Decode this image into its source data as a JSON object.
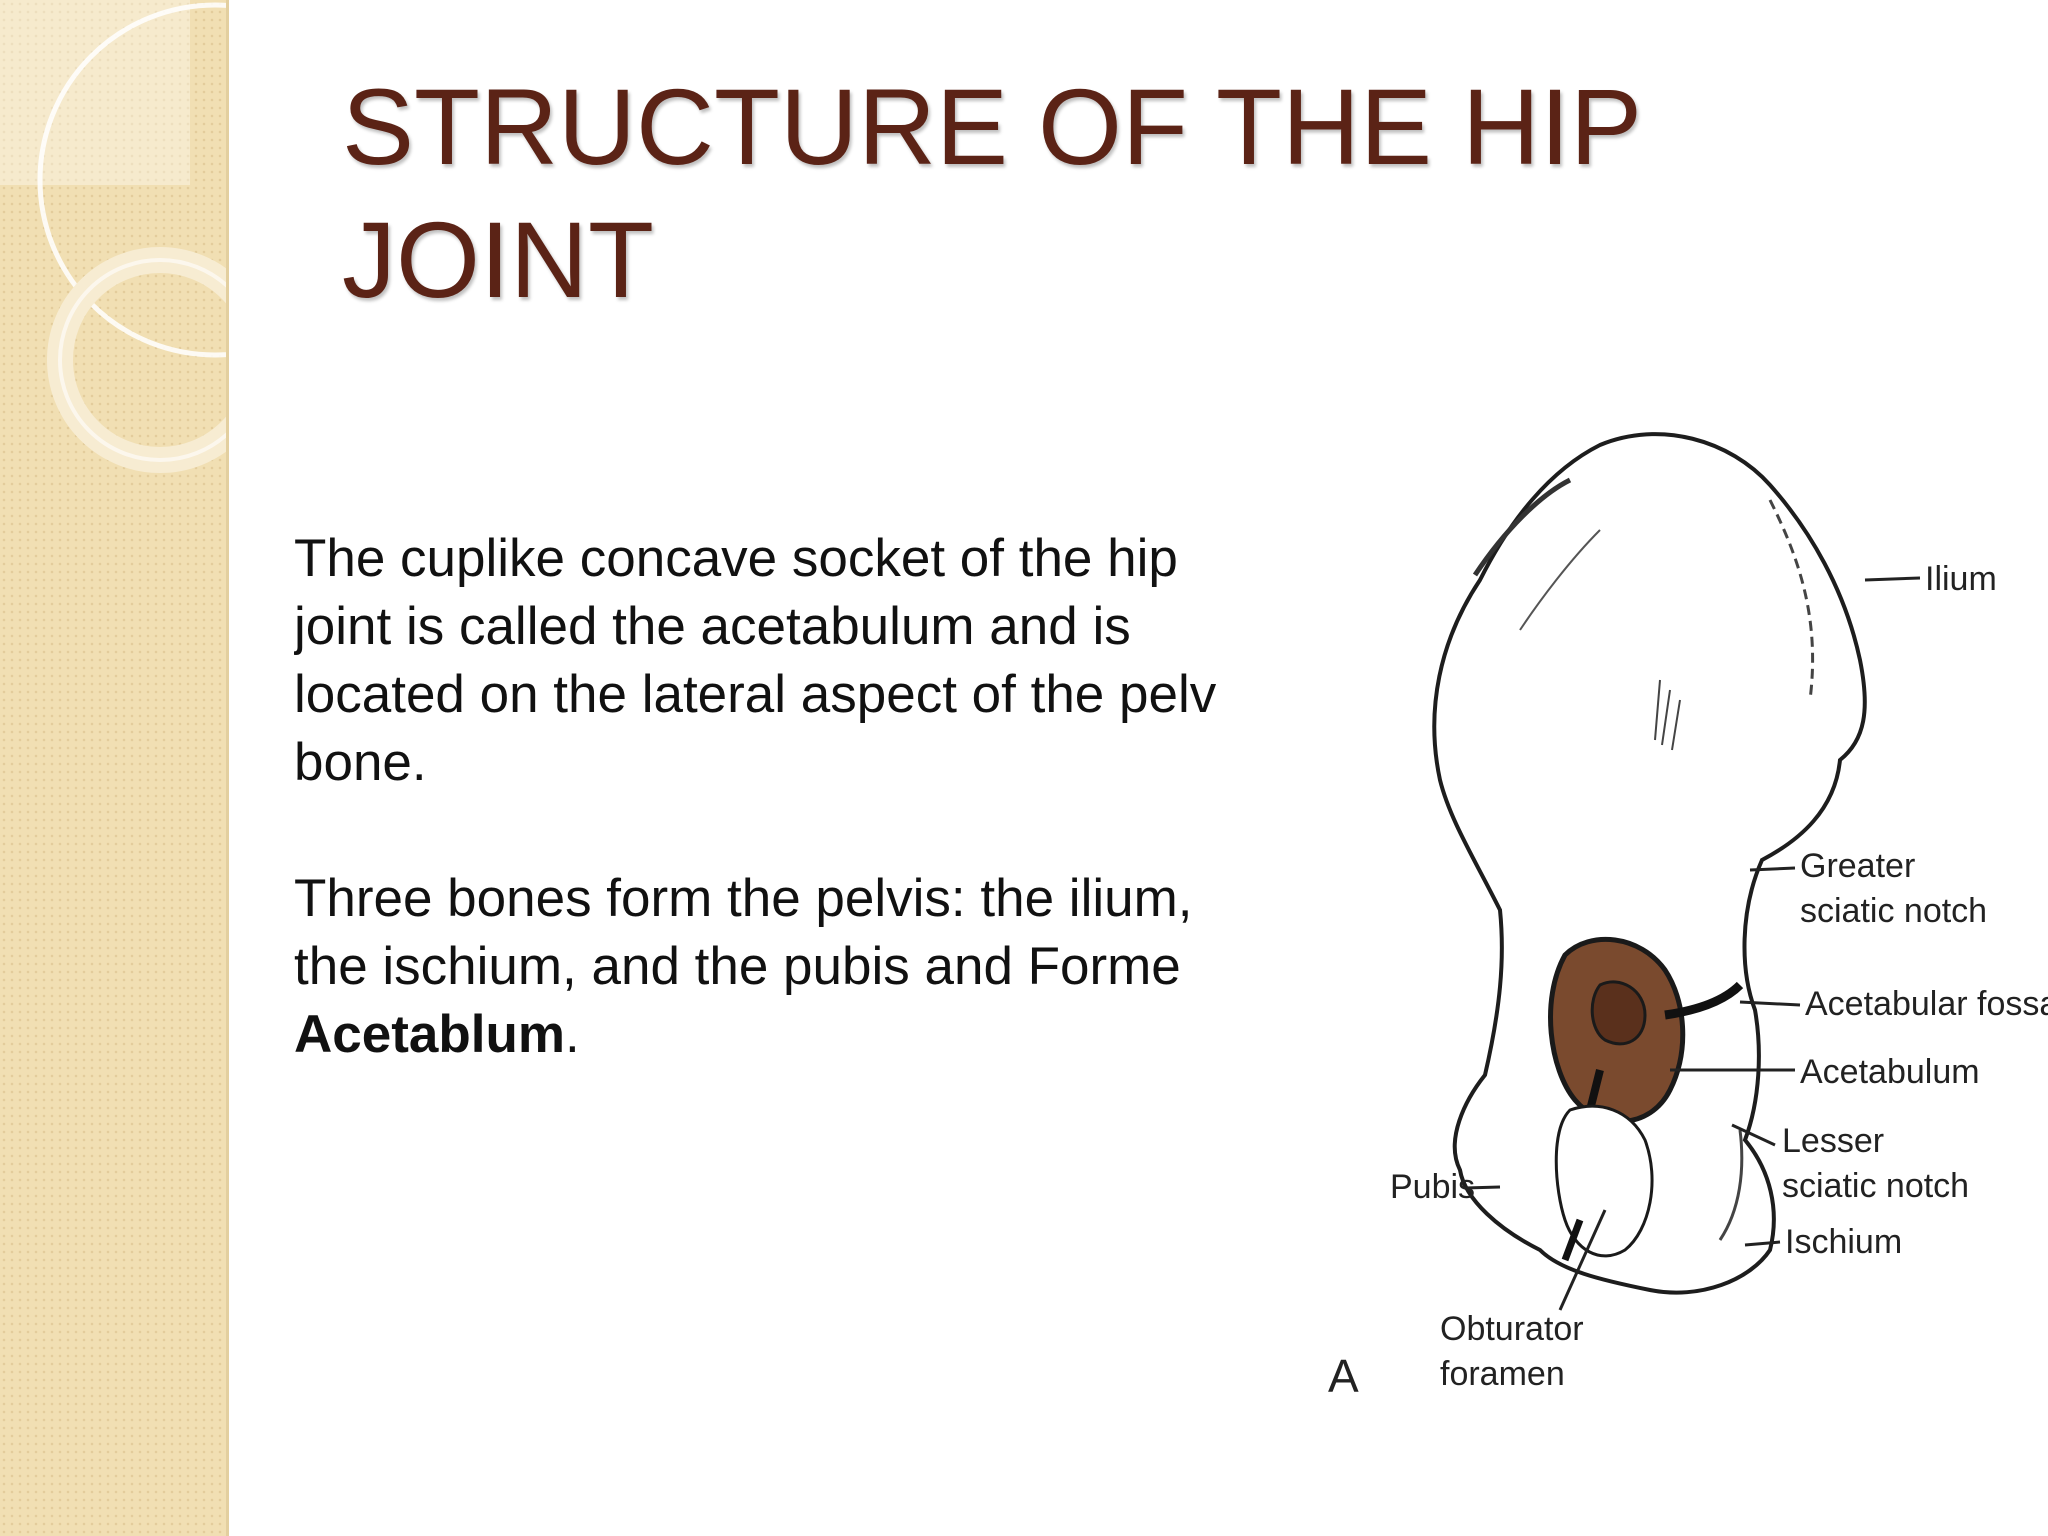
{
  "slide": {
    "title_line1": "STRUCTURE OF THE HIP",
    "title_line2": "JOINT",
    "paragraph1": [
      "The cuplike concave socket of the hip",
      "joint is called the acetabulum and is",
      "located on the lateral aspect of the pelv",
      "bone."
    ],
    "paragraph2": [
      "Three bones form the pelvis: the ilium,",
      "the ischium, and the pubis and  Forme"
    ],
    "paragraph2_bold": "Acetablum",
    "paragraph2_end": "."
  },
  "figure": {
    "labels": {
      "ilium": "Ilium",
      "greater_sciatic_notch_1": "Greater",
      "greater_sciatic_notch_2": "sciatic notch",
      "acetabular_fossa": "Acetabular fossa",
      "acetabulum": "Acetabulum",
      "lesser_sciatic_notch_1": "Lesser",
      "lesser_sciatic_notch_2": "sciatic notch",
      "ischium": "Ischium",
      "pubis": "Pubis",
      "obturator_foramen_1": "Obturator",
      "obturator_foramen_2": "foramen",
      "panel": "A"
    }
  },
  "colors": {
    "title": "#5b2316",
    "side_band": "#f1dfb3",
    "acetabulum_fill": "#7a4a2e"
  }
}
